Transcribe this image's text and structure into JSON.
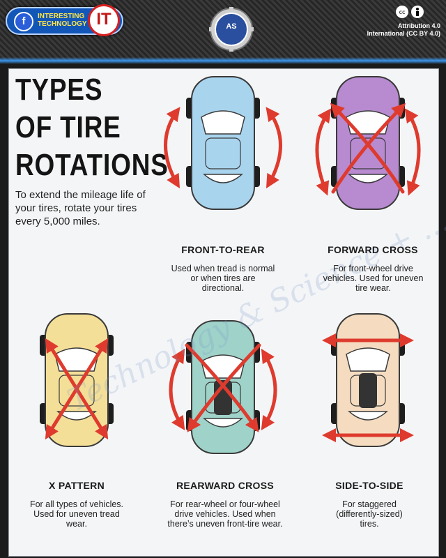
{
  "header": {
    "brand_text": "INTERESTING\nTECHNOLOGY",
    "it_logo": "IT",
    "center_logo": "AS",
    "license_text": "Attribution 4.0\nInternational (CC BY 4.0)"
  },
  "main": {
    "title": "TYPES\nOF TIRE\nROTATIONS",
    "intro": "To extend the mileage life of your tires, rotate your tires every 5,000 miles.",
    "watermark": "Technology & Science + ...",
    "cards": [
      {
        "title": "FRONT-TO-REAR",
        "desc": "Used when tread is normal or when tires are directional.",
        "car_color": "#a9d4ee"
      },
      {
        "title": "FORWARD CROSS",
        "desc": "For front-wheel drive vehicles. Used for uneven tire wear.",
        "car_color": "#b88ad0"
      },
      {
        "title": "X PATTERN",
        "desc": "For all types of vehicles. Used for uneven tread wear.",
        "car_color": "#f4df98"
      },
      {
        "title": "REARWARD CROSS",
        "desc": "For rear-wheel or four-wheel drive vehicles. Used when there’s uneven front-tire wear.",
        "car_color": "#9fd2c9"
      },
      {
        "title": "SIDE-TO-SIDE",
        "desc": "For staggered (differently-sized) tires.",
        "car_color": "#f5dcc0"
      }
    ]
  },
  "colors": {
    "arrow": "#de3b2e",
    "panel": "#f4f5f7"
  }
}
